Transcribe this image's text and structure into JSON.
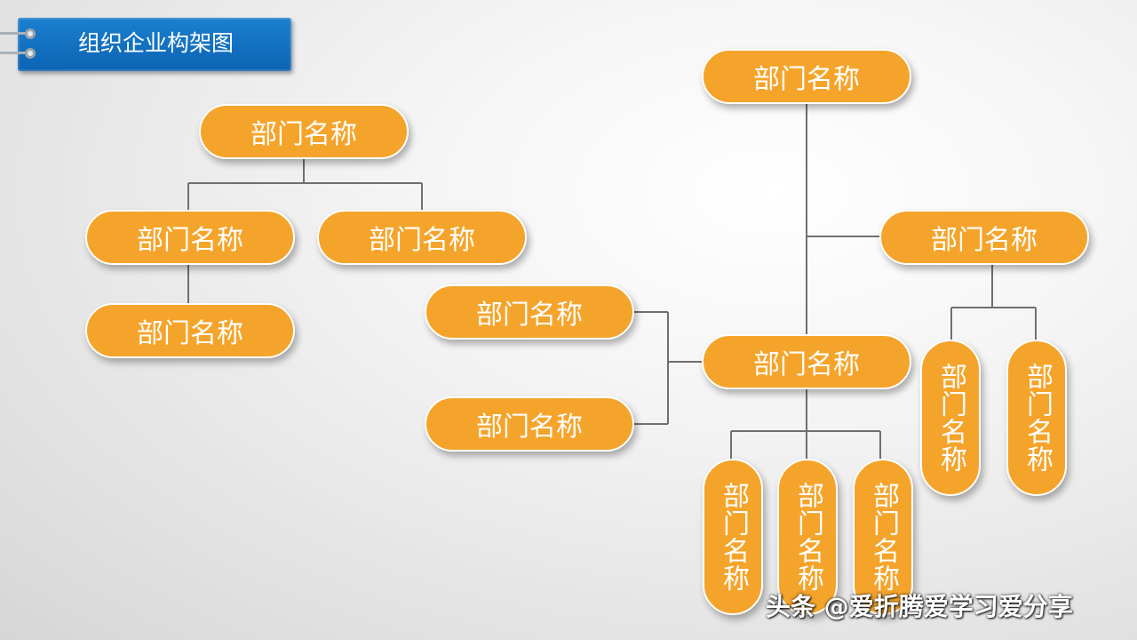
{
  "slide": {
    "title": "组织企业构架图",
    "watermark": "头条 @爱折腾爱学习爱分享"
  },
  "org": {
    "nodes": [
      {
        "id": "left-root",
        "label": "部门名称",
        "orientation": "horizontal"
      },
      {
        "id": "left-child-1",
        "label": "部门名称",
        "orientation": "horizontal"
      },
      {
        "id": "left-child-2",
        "label": "部门名称",
        "orientation": "horizontal"
      },
      {
        "id": "left-grandchild",
        "label": "部门名称",
        "orientation": "horizontal"
      },
      {
        "id": "mid-upper",
        "label": "部门名称",
        "orientation": "horizontal"
      },
      {
        "id": "mid-lower",
        "label": "部门名称",
        "orientation": "horizontal"
      },
      {
        "id": "right-root",
        "label": "部门名称",
        "orientation": "horizontal"
      },
      {
        "id": "right-branch",
        "label": "部门名称",
        "orientation": "horizontal"
      },
      {
        "id": "right-center",
        "label": "部门名称",
        "orientation": "horizontal"
      },
      {
        "id": "right-branch-sub-1",
        "label": "部门名称",
        "orientation": "vertical"
      },
      {
        "id": "right-branch-sub-2",
        "label": "部门名称",
        "orientation": "vertical"
      },
      {
        "id": "right-center-sub-1",
        "label": "部门名称",
        "orientation": "vertical"
      },
      {
        "id": "right-center-sub-2",
        "label": "部门名称",
        "orientation": "vertical"
      },
      {
        "id": "right-center-sub-3",
        "label": "部门名称",
        "orientation": "vertical"
      }
    ],
    "edges": [
      {
        "from": "left-root",
        "to": "left-child-1"
      },
      {
        "from": "left-root",
        "to": "left-child-2"
      },
      {
        "from": "left-child-1",
        "to": "left-grandchild"
      },
      {
        "from": "right-root",
        "to": "right-branch"
      },
      {
        "from": "right-root",
        "to": "right-center"
      },
      {
        "from": "right-branch",
        "to": "right-branch-sub-1"
      },
      {
        "from": "right-branch",
        "to": "right-branch-sub-2"
      },
      {
        "from": "right-center",
        "to": "mid-upper"
      },
      {
        "from": "right-center",
        "to": "mid-lower"
      },
      {
        "from": "right-center",
        "to": "right-center-sub-1"
      },
      {
        "from": "right-center",
        "to": "right-center-sub-2"
      },
      {
        "from": "right-center",
        "to": "right-center-sub-3"
      }
    ]
  }
}
